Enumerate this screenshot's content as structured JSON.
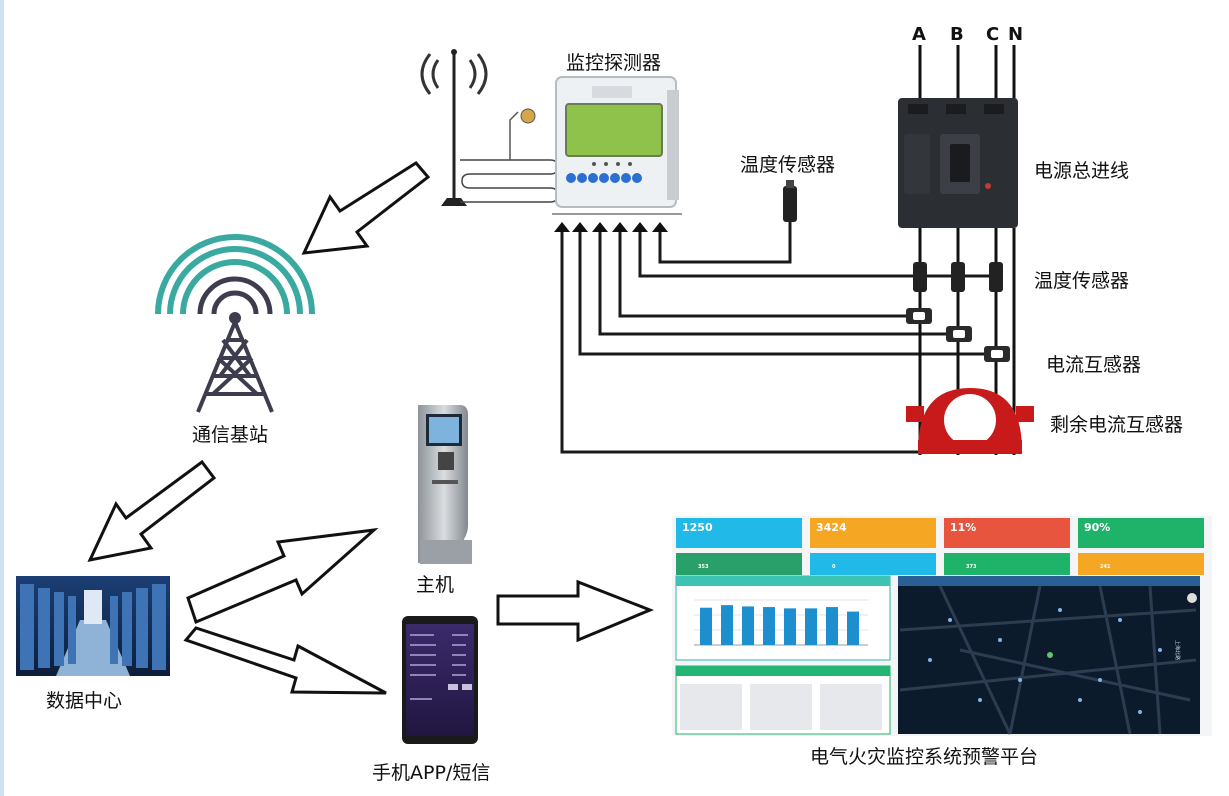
{
  "labels": {
    "detector": "监控探测器",
    "temp_sensor_top": "温度传感器",
    "mains": "电源总进线",
    "temp_sensor_right": "温度传感器",
    "current_transformer": "电流互感器",
    "residual_ct": "剩余电流互感器",
    "base_station": "通信基站",
    "data_center": "数据中心",
    "host": "主机",
    "mobile": "手机APP/短信",
    "platform": "电气火灾监控系统预警平台"
  },
  "phases": [
    "A",
    "B",
    "C",
    "N"
  ],
  "dashboard": {
    "tiles": [
      {
        "value": "1250",
        "color": "#21b9e8"
      },
      {
        "value": "3424",
        "color": "#f5a623"
      },
      {
        "value": "11%",
        "color": "#e8553f"
      },
      {
        "value": "90%",
        "color": "#1fb36a"
      }
    ],
    "row2": [
      {
        "value": "353",
        "color": "#29a06a"
      },
      {
        "value": "0",
        "color": "#21b9e8"
      },
      {
        "value": "373",
        "color": "#1fb36a"
      },
      {
        "value": "241",
        "color": "#f5a623"
      }
    ],
    "bar_values": [
      5.8,
      6.2,
      6.0,
      5.9,
      5.7,
      5.7,
      5.9,
      5.2
    ],
    "map_road_label": "上海北路"
  },
  "colors": {
    "ring": "#3aaaa0",
    "tower": "#3d3d4f",
    "residual_ct": "#c81a1a",
    "meter_screen": "#8ec24a",
    "map_bg": "#0c1b2c",
    "bars": "#1d8fcf"
  }
}
